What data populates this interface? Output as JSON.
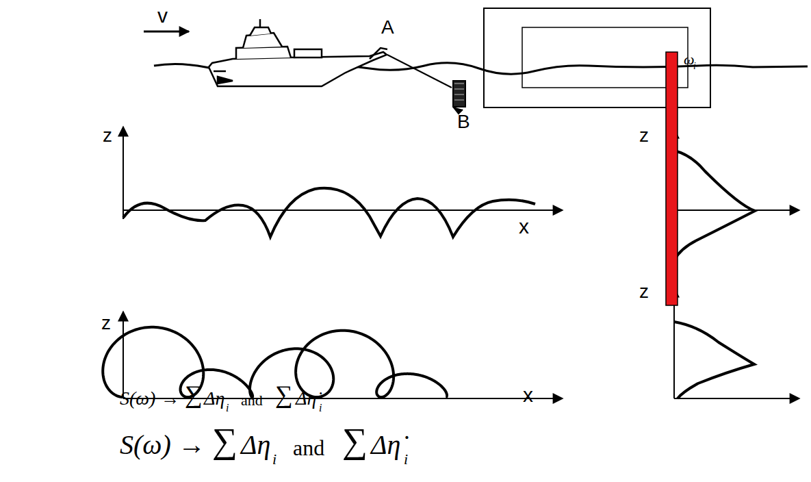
{
  "diagram": {
    "labels": [
      "v",
      "A",
      "B",
      "ω",
      "i",
      "z",
      "x",
      "z",
      "x",
      "z",
      "z",
      "S(ω) →",
      "∑",
      "Δη",
      "i",
      "and",
      "∑",
      "Δη̇",
      "i",
      "S(ω) →",
      "∑",
      "Δη",
      "i",
      "and",
      "∑",
      "Δη̇",
      "i"
    ]
  }
}
